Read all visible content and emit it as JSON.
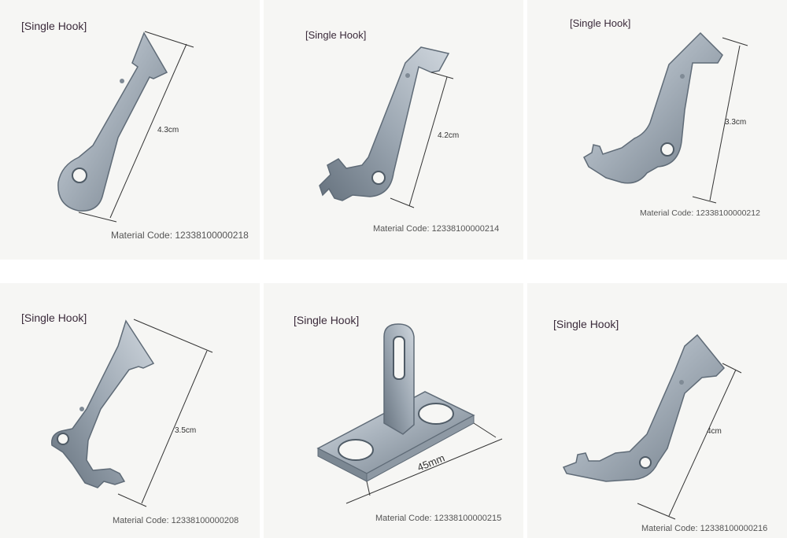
{
  "parts": [
    {
      "label": "[Single Hook]",
      "dimension": "4.3cm",
      "material_code": "Material Code: 12338100000218",
      "icon": "single-hook-part-icon"
    },
    {
      "label": "[Single Hook]",
      "dimension": "4.2cm",
      "material_code": "Material Code: 12338100000214",
      "icon": "single-hook-part-icon"
    },
    {
      "label": "[Single Hook]",
      "dimension": "3.3cm",
      "material_code": "Material Code: 12338100000212",
      "icon": "single-hook-part-icon"
    },
    {
      "label": "[Single Hook]",
      "dimension": "3.5cm",
      "material_code": "Material Code: 12338100000208",
      "icon": "single-hook-part-icon"
    },
    {
      "label": "[Single Hook]",
      "dimension": "45mm",
      "material_code": "Material Code: 12338100000215",
      "icon": "keeper-plate-part-icon"
    },
    {
      "label": "[Single Hook]",
      "dimension": "4cm",
      "material_code": "Material Code: 12338100000216",
      "icon": "single-hook-part-icon"
    }
  ],
  "colors": {
    "metal_light": "#c9d1d9",
    "metal_mid": "#9aa5b1",
    "metal_dark": "#6b7784",
    "label_text": "#3a2a3a",
    "background": "#f6f6f4"
  }
}
